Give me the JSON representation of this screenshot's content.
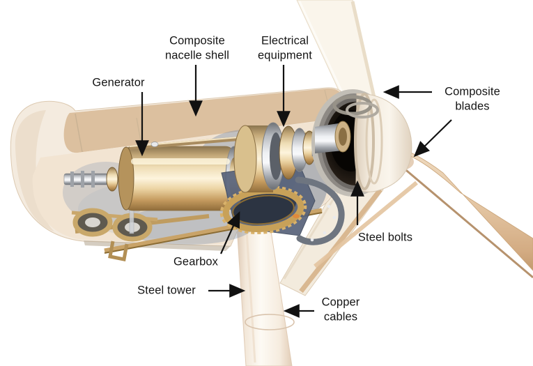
{
  "figure": {
    "type": "labeled-cutaway-diagram",
    "subject": "wind turbine nacelle",
    "colors": {
      "shell_tan": "#dcc09f",
      "shell_cream": "#f4ebdf",
      "interior_shadow": "#8c9aae",
      "brass": "#c9a86a",
      "steel": "#c7c9cd",
      "hub_dark": "#1c1510",
      "blade_tan": "#e5c8a6",
      "arrow": "#111111",
      "label_text": "#141414"
    },
    "labels": {
      "generator": "Generator",
      "nacelle_shell": "Composite\nnacelle shell",
      "electrical": "Electrical\nequipment",
      "blades": "Composite\nblades",
      "bolts": "Steel bolts",
      "gearbox": "Gearbox",
      "tower": "Steel tower",
      "cables": "Copper\ncables"
    }
  }
}
